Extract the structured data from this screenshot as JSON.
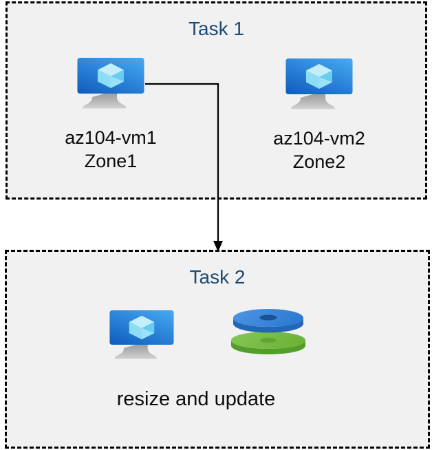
{
  "diagram": {
    "task1": {
      "title": "Task 1",
      "vms": [
        {
          "name": "az104-vm1",
          "zone": "Zone1"
        },
        {
          "name": "az104-vm2",
          "zone": "Zone2"
        }
      ]
    },
    "task2": {
      "title": "Task 2",
      "caption": "resize and update"
    },
    "icons": [
      "virtual-machine-icon",
      "virtual-machine-icon",
      "virtual-machine-icon",
      "stacked-disks-icon",
      "arrow-down-connector"
    ]
  },
  "colors": {
    "title": "#1C4A72",
    "box_bg": "#F1F1F1",
    "border": "#000000",
    "arrow": "#000000",
    "vm_screen_light": "#3FA0EE",
    "vm_screen_dark": "#1260BE",
    "cube_top": "#C3EEFA",
    "cube_left": "#8CDDF5",
    "cube_right": "#66CDF0",
    "disk_blue_top": "#3380D8",
    "disk_blue_side": "#2267B4",
    "disk_blue_hole": "#1A5392",
    "disk_green_top": "#74BA41",
    "disk_green_side": "#559D2B",
    "disk_green_hole": "#5FA530"
  }
}
